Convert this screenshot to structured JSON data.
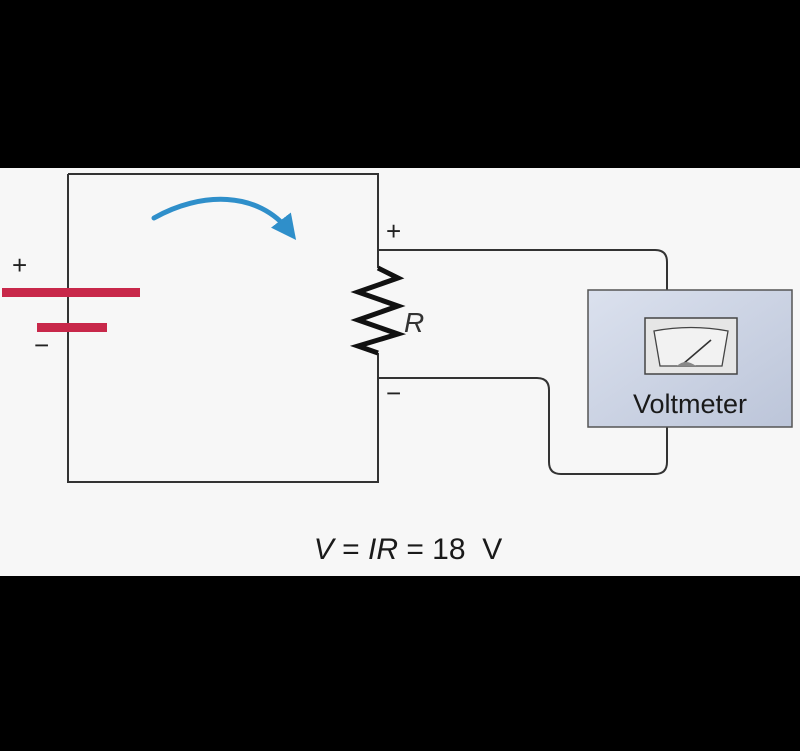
{
  "battery": {
    "plus": "+",
    "minus": "−"
  },
  "resistor": {
    "label": "R",
    "plus": "+",
    "minus": "−"
  },
  "voltmeter": {
    "label": "Voltmeter"
  },
  "equation": {
    "v": "V",
    "eq1": " = ",
    "ir": "IR",
    "eq2": " = 18  V"
  },
  "colors": {
    "background": "#000000",
    "panel": "#f7f7f7",
    "wire": "#333333",
    "battery": "#c8284a",
    "current_arrow": "#2f8fca",
    "meter_box": "#c9d1e2",
    "meter_face": "#e6e6e6"
  },
  "icons": {
    "current": "curved-arrow-icon",
    "meter": "analog-gauge-icon"
  }
}
